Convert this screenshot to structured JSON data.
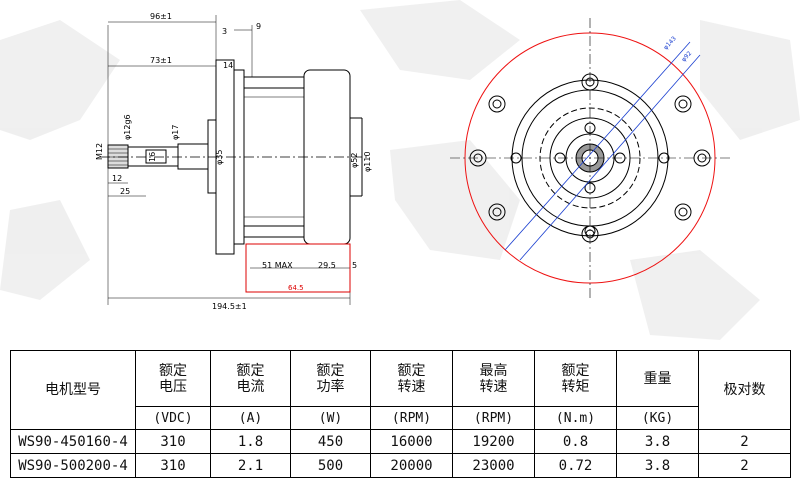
{
  "side_view": {
    "overall_length": "194.5±1",
    "length_96": "96±1",
    "length_73": "73±1",
    "dim_3": "3",
    "dim_9": "9",
    "dim_14": "14",
    "dim_12": "12",
    "dim_25": "25",
    "dim_16": "16",
    "thread": "M12",
    "shaft_dia": "φ12g6",
    "bearing_dia": "φ17",
    "hub_dia": "φ35",
    "dia_52": "φ52",
    "dia_110": "φ110",
    "stator_max": "51 MAX",
    "dim_29_5": "29.5",
    "dim_5": "5",
    "red_dim": "64.5"
  },
  "front_view": {
    "pcd_outer": "φ143",
    "pcd_inner": "φ92"
  },
  "table": {
    "headers": [
      {
        "top": "",
        "bottom": "",
        "main": "电机型号"
      },
      {
        "top": "额定",
        "bottom": "电压",
        "unit": "(VDC)"
      },
      {
        "top": "额定",
        "bottom": "电流",
        "unit": "(A)"
      },
      {
        "top": "额定",
        "bottom": "功率",
        "unit": "(W)"
      },
      {
        "top": "额定",
        "bottom": "转速",
        "unit": "(RPM)"
      },
      {
        "top": "最高",
        "bottom": "转速",
        "unit": "(RPM)"
      },
      {
        "top": "额定",
        "bottom": "转矩",
        "unit": "(N.m)"
      },
      {
        "top": "重量",
        "bottom": "",
        "unit": "(KG)"
      },
      {
        "main": "极对数"
      }
    ],
    "rows": [
      [
        "WS90-450160-4",
        "310",
        "1.8",
        "450",
        "16000",
        "19200",
        "0.8",
        "3.8",
        "2"
      ],
      [
        "WS90-500200-4",
        "310",
        "2.1",
        "500",
        "20000",
        "23000",
        "0.72",
        "3.8",
        "2"
      ]
    ]
  }
}
